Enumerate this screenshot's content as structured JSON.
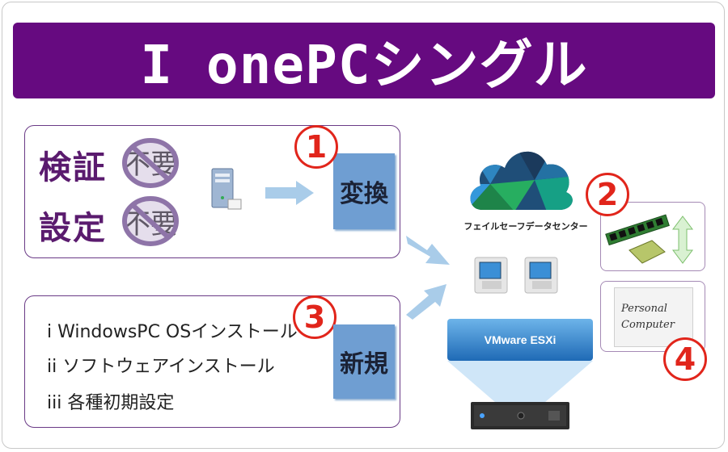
{
  "title": "I onePCシングル",
  "top_panel": {
    "label_1": "検証",
    "label_2": "設定",
    "fu_1": "不要",
    "fu_2": "不要",
    "convert_box": "変換",
    "step_number": "1"
  },
  "bottom_panel": {
    "step_number": "3",
    "new_box": "新規",
    "items": [
      "i WindowsPC OSインストール",
      "ii ソフトウェアインストール",
      "iii 各種初期設定"
    ]
  },
  "right": {
    "cloud_caption": "フェイルセーフデータセンター",
    "vmware_label": "VMware ESXi",
    "step_2": "2",
    "step_4": "4",
    "personal_text": "Personal",
    "computer_text": "Computer"
  },
  "colors": {
    "title_bg": "#660a80",
    "label_purple": "#5a1b6e",
    "blue_box": "#6f9ed2",
    "red_number": "#e1251b",
    "arrow_blue": "#9ec8ea"
  }
}
